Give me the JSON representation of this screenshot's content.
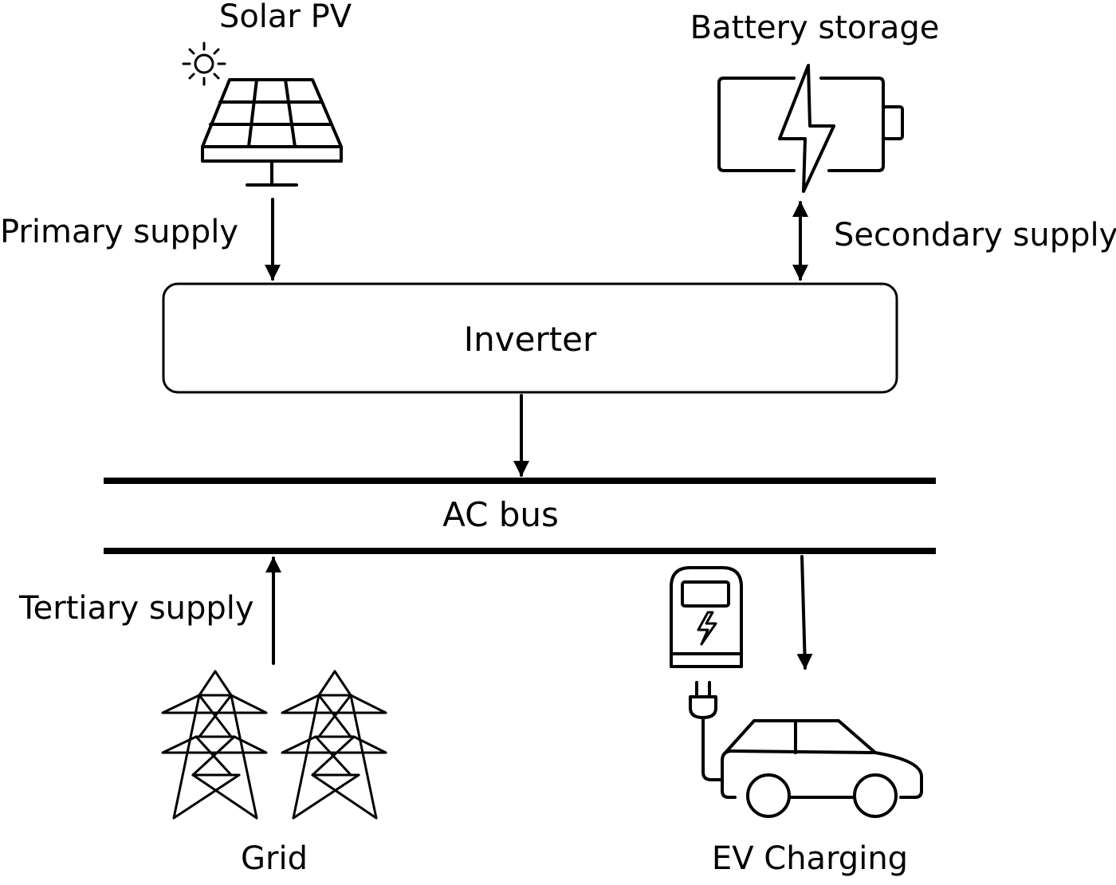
{
  "colors": {
    "stroke": "#000000",
    "background": "#ffffff"
  },
  "nodes": {
    "solar": {
      "label": "Solar PV",
      "icon": "solar-panel-icon"
    },
    "battery": {
      "label": "Battery storage",
      "icon": "battery-icon"
    },
    "inverter": {
      "label": "Inverter"
    },
    "bus": {
      "label": "AC bus"
    },
    "grid": {
      "label": "Grid",
      "icon": "transmission-tower-icon"
    },
    "ev": {
      "label": "EV Charging",
      "icon": "ev-charger-icon"
    }
  },
  "edges": {
    "primary": {
      "label": "Primary supply",
      "direction": "solar-to-inverter"
    },
    "secondary": {
      "label": "Secondary supply",
      "direction": "bidirectional"
    },
    "inverter_to_bus": {
      "direction": "inverter-to-bus"
    },
    "tertiary": {
      "label": "Tertiary supply",
      "direction": "grid-to-bus"
    },
    "ev_feed": {
      "direction": "bus-to-ev"
    }
  }
}
